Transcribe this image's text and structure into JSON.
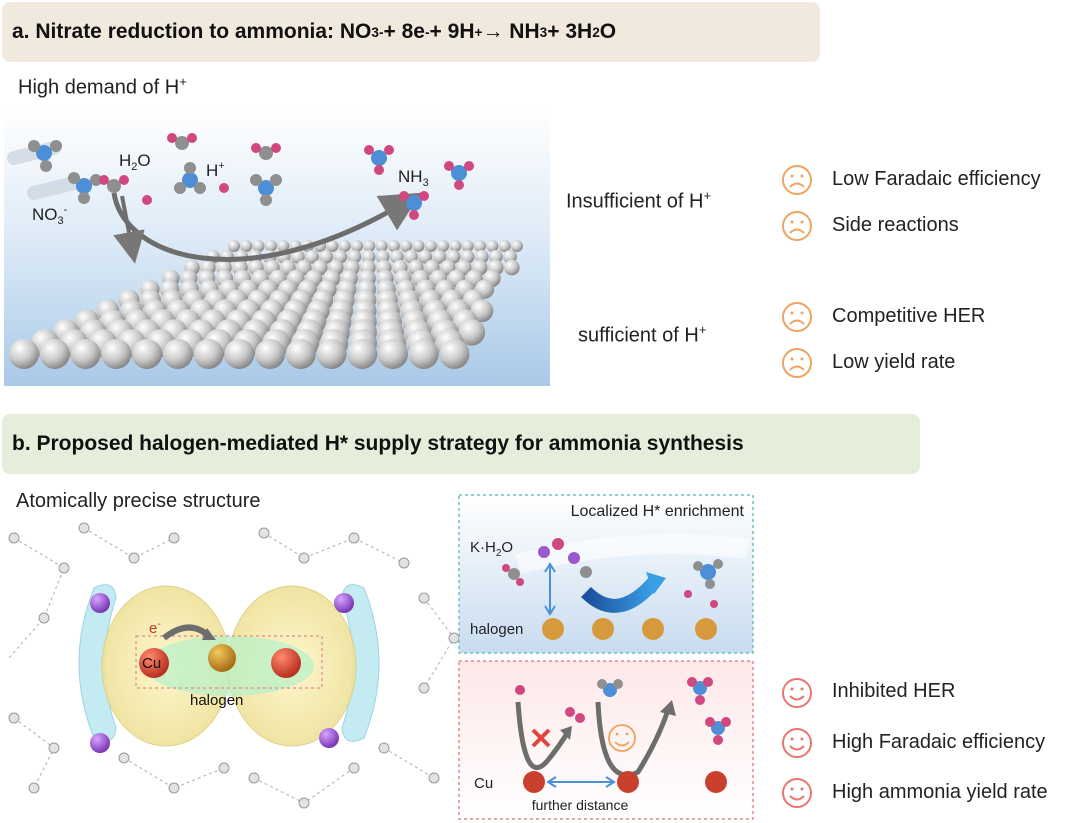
{
  "panel_a": {
    "title_prefix": "a. Nitrate reduction to ammonia: NO",
    "title_no3_sub": "3",
    "title_no3_sup": "-",
    "title_mid1": " + 8e",
    "title_e_sup": "-",
    "title_mid2": " + 9H",
    "title_h_sup": "+",
    "title_mid3": " → NH",
    "title_nh3_sub": "3",
    "title_mid4": " + 3H",
    "title_h2o_sub": "2",
    "title_end": "O",
    "subtitle": "High demand of H",
    "subtitle_sup": "+",
    "molecule_labels": {
      "h2o": "H",
      "h2o_sub": "2",
      "h2o_end": "O",
      "hplus": "H",
      "hplus_sup": "+",
      "nh3": "NH",
      "nh3_sub": "3",
      "no3": "NO",
      "no3_sub": "3",
      "no3_sup": "-"
    },
    "conditions": [
      {
        "label": "Insufficient of H",
        "sup": "+",
        "outcomes": [
          "Low Faradaic efficiency",
          "Side reactions"
        ]
      },
      {
        "label": "sufficient of H",
        "sup": "+",
        "outcomes": [
          "Competitive HER",
          "Low yield rate"
        ]
      }
    ]
  },
  "panel_b": {
    "title": "b. Proposed halogen-mediated H* supply strategy for ammonia synthesis",
    "subtitle": "Atomically precise structure",
    "structure_labels": {
      "electron": "e",
      "electron_sup": "-",
      "cu": "Cu",
      "halogen": "halogen"
    },
    "top_box": {
      "title": "Localized H* enrichment",
      "kh2o": "K·H",
      "kh2o_sub": "2",
      "kh2o_end": "O",
      "halogen": "halogen"
    },
    "bottom_box": {
      "cu": "Cu",
      "distance": "further distance"
    },
    "outcomes": [
      "Inhibited HER",
      "High Faradaic efficiency",
      "High ammonia yield rate"
    ]
  },
  "colors": {
    "banner_a": "#f1e8de",
    "banner_b": "#e4eedb",
    "sad_face": "#f0a35e",
    "happy_face": "#e9766f",
    "nitrogen": "#4d8fd6",
    "hydrogen": "#d1477f",
    "oxygen": "#8f8f8f",
    "halogen_atom": "#d69a3c",
    "cu_atom": "#c9402f",
    "potassium": "#9b59d0"
  }
}
